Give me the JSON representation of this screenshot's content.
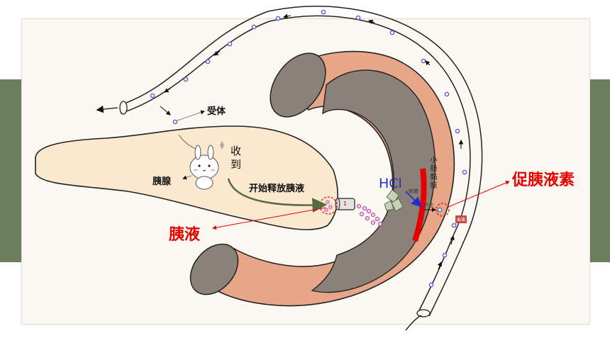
{
  "labels": {
    "receptor": "受体",
    "pancreas": "胰腺",
    "received": "收到",
    "start_release": "开始释放胰液",
    "pancreatic_juice": "胰液",
    "hcl": "HCl",
    "secretin": "促胰液素",
    "intestinal_mucosa": "小肠黏膜",
    "stimulus": "刺激",
    "produce": "产生",
    "vessel_tag": "血液",
    "duct_tag": "1"
  },
  "colors": {
    "band": "#6b7f5c",
    "pancreas": "#fbe9cf",
    "intestine_outer": "#e7a688",
    "intestine_inner": "#8b8178",
    "mucosa": "#e60000",
    "highlight_text": "#e60000",
    "hcl_text": "#1f2fd0",
    "arrow_green": "#5a6a40",
    "vessel_dot": "#5661c9"
  },
  "icons": [
    "bunny-sticker-icon",
    "hcl-crystals-icon",
    "duct-tube-icon"
  ]
}
